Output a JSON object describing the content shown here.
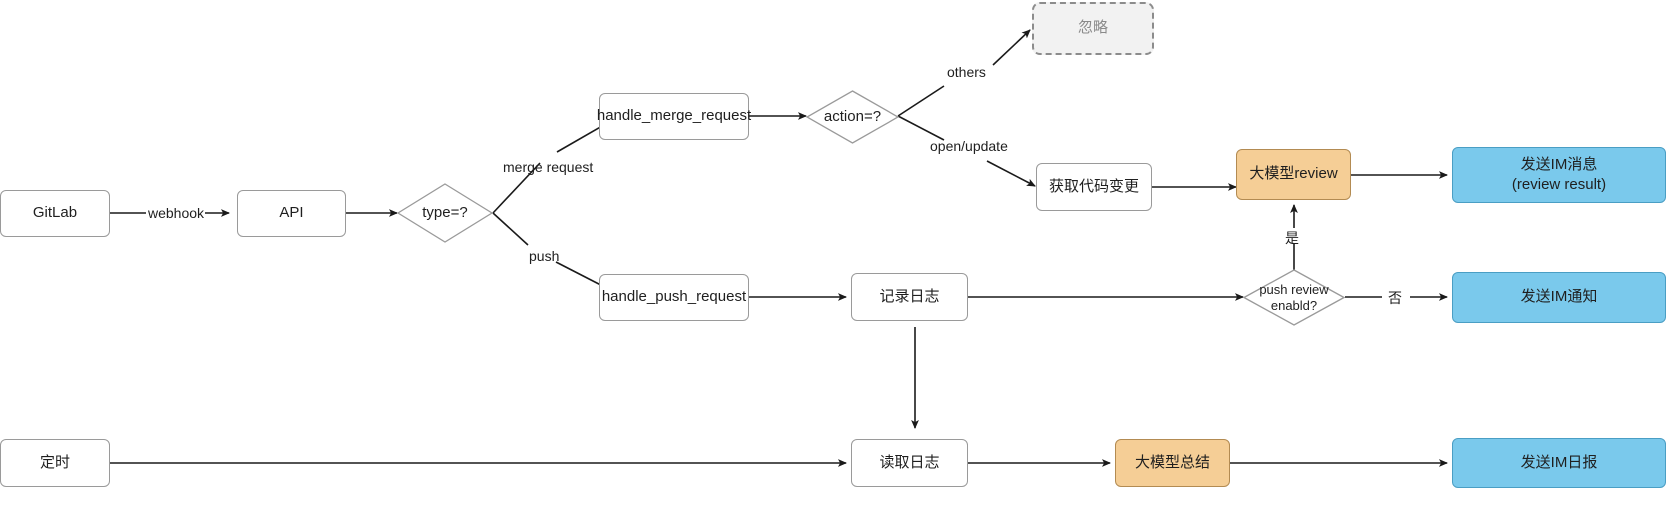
{
  "diagram": {
    "title": "GitLab webhook code review flow",
    "colors": {
      "orange_fill": "#f5ce96",
      "blue_fill": "#7ac9ec",
      "ignored_fill": "#f2f2f2",
      "node_border": "#9a9a9a",
      "edge_stroke": "#1a1a1a",
      "diamond_stroke": "#9a9a9a",
      "background": "#ffffff"
    },
    "nodes": {
      "gitlab": "GitLab",
      "api": "API",
      "type_decision": "type=?",
      "handle_merge_request": "handle_merge_request",
      "action_decision": "action=?",
      "ignore": "忽略",
      "fetch_code_change": "获取代码变更",
      "llm_review": "大模型review",
      "send_im_message": "发送IM消息\n(review result)",
      "handle_push_request": "handle_push_request",
      "record_log": "记录日志",
      "push_review_decision": "push review\nenabld?",
      "send_im_notice": "发送IM通知",
      "schedule": "定时",
      "read_log": "读取日志",
      "llm_summary": "大模型总结",
      "send_im_daily": "发送IM日报"
    },
    "edge_labels": {
      "webhook": "webhook",
      "merge_request": "merge request",
      "push": "push",
      "others": "others",
      "open_update": "open/update",
      "yes": "是",
      "no": "否"
    }
  }
}
